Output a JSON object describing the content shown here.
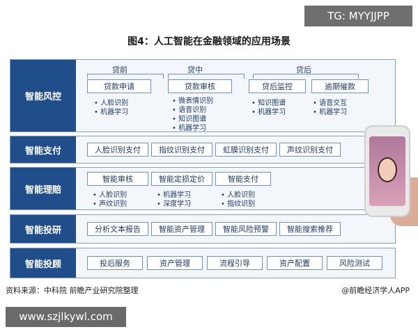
{
  "tag": "TG: MYYJJPP",
  "title": "图4：人工智能在金融领域的应用场景",
  "rows": {
    "risk": {
      "label": "智能风控",
      "headers": [
        "贷前",
        "贷中",
        "贷后"
      ],
      "boxes": [
        "贷款申请",
        "贷款审核",
        "贷后监控",
        "逾期催款"
      ],
      "bul1": [
        "人脸识别",
        "机器学习"
      ],
      "bul2": [
        "微表情识别",
        "语音识别",
        "知识图谱",
        "机器学习"
      ],
      "bul3": [
        "知识图谱",
        "机器学习"
      ],
      "bul4": [
        "语音交互",
        "机器学习"
      ]
    },
    "pay": {
      "label": "智能支付",
      "boxes": [
        "人脸识别支付",
        "指纹识别支付",
        "虹膜识别支付",
        "声纹识别支付"
      ]
    },
    "claim": {
      "label": "智能理赔",
      "boxes": [
        "智能审核",
        "智能定损定价",
        "智能支付"
      ],
      "bul1": [
        "人脸识别",
        "声纹识别"
      ],
      "bul2": [
        "机器学习",
        "深度学习"
      ],
      "bul3": [
        "人脸识别",
        "指纹识别"
      ]
    },
    "research": {
      "label": "智能投研",
      "boxes": [
        "分析文本报告",
        "智能资产管理",
        "智能风险预警",
        "智能搜索推荐"
      ]
    },
    "advisor": {
      "label": "智能投顾",
      "boxes": [
        "投后服务",
        "资产管理",
        "流程引导",
        "资产配置",
        "风险测试"
      ]
    }
  },
  "source": "资料来源：中科院 前瞻产业研究院整理",
  "brand": "@前瞻经济学人APP",
  "site": "www.szjlkywl.com",
  "colors": {
    "label_bg": "#1f4e8a",
    "box_border": "#6f93bf",
    "row_bg": "#f3f7fb"
  }
}
